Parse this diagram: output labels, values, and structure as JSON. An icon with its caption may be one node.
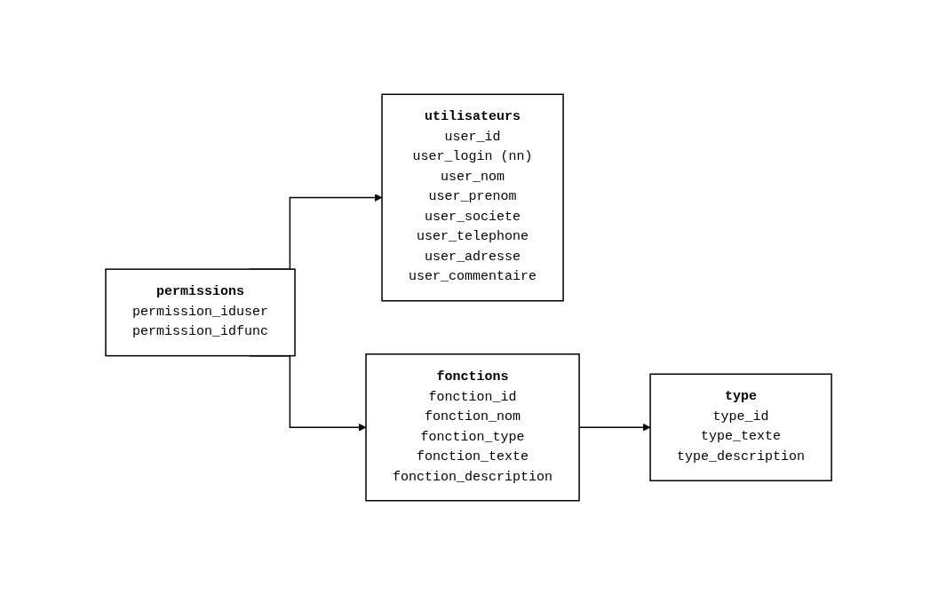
{
  "diagram": {
    "nodes": [
      {
        "text": [
          "utilisateurs",
          "user_id",
          "user_login (nn)",
          "user_nom",
          "user_prenom",
          "user_societe",
          "user_telephone",
          "user_adresse",
          "user_commentaire"
        ]
      },
      {
        "text": [
          "permissions",
          "permission_iduser",
          "permission_idfunc"
        ]
      },
      {
        "text": [
          "fonctions",
          "fonction_id",
          "fonction_nom",
          "fonction_type",
          "fonction_texte",
          "fonction_description"
        ]
      },
      {
        "text": [
          "type",
          "type_id",
          "type_texte",
          "type_description"
        ]
      }
    ],
    "edges": [
      {
        "from": 1,
        "to": 0,
        "arrow": "to"
      },
      {
        "from": 1,
        "to": 2,
        "arrow": "to"
      },
      {
        "from": 2,
        "to": 3,
        "arrow": "to"
      }
    ]
  }
}
